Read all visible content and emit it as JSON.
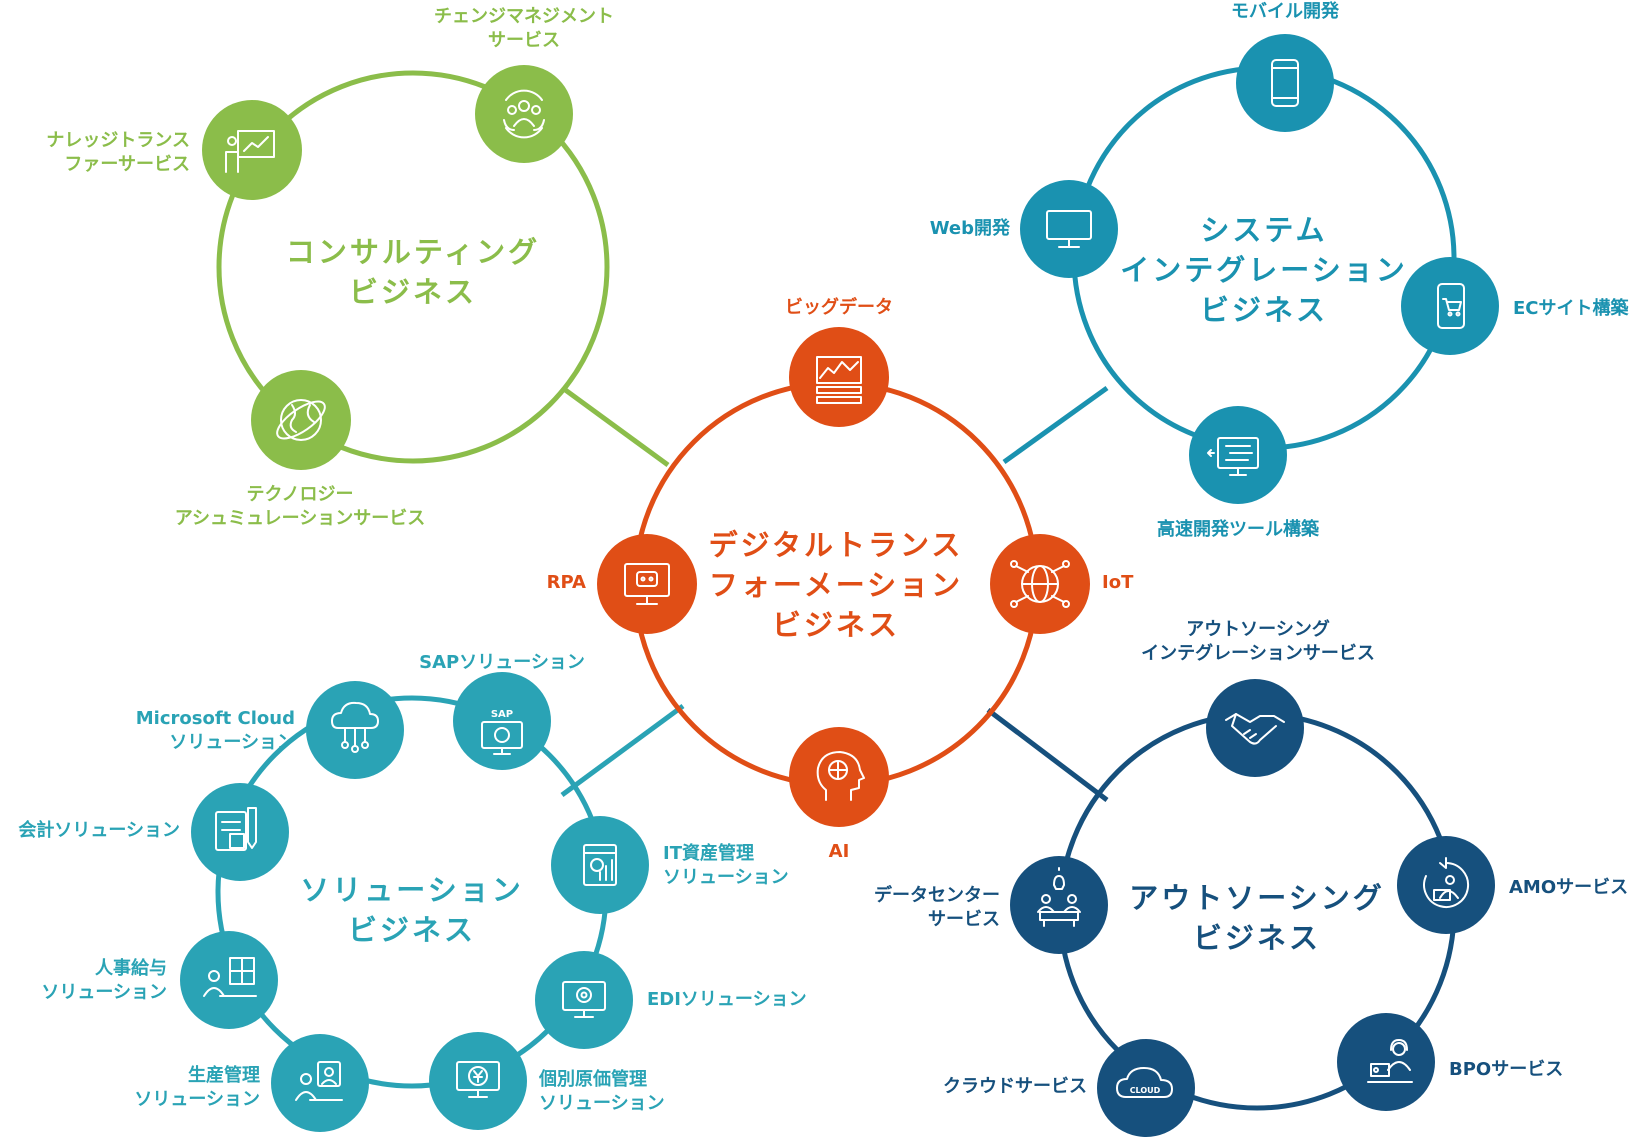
{
  "colors": {
    "consulting": "#8bbd4a",
    "system_integration": "#1a92b0",
    "digital_transformation": "#e04e16",
    "solution": "#2aa3b5",
    "outsourcing": "#16507d"
  },
  "consulting": {
    "title": [
      "コンサルティング",
      "ビジネス"
    ],
    "nodes": [
      {
        "icon": "presentation-chart-icon",
        "label": [
          "ナレッジトランス",
          "ファーサービス"
        ]
      },
      {
        "icon": "people-cycle-icon",
        "label": [
          "チェンジマネジメント",
          "サービス"
        ]
      },
      {
        "icon": "globe-orbit-icon",
        "label": [
          "テクノロジー",
          "アシュミュレーションサービス"
        ]
      }
    ]
  },
  "system_integration": {
    "title": [
      "システム",
      "インテグレーション",
      "ビジネス"
    ],
    "nodes": [
      {
        "icon": "smartphone-icon",
        "label": [
          "モバイル開発"
        ]
      },
      {
        "icon": "monitor-icon",
        "label": [
          "Web開発"
        ]
      },
      {
        "icon": "mobile-cart-icon",
        "label": [
          "ECサイト構築"
        ]
      },
      {
        "icon": "code-arrows-icon",
        "label": [
          "高速開発ツール構築"
        ]
      }
    ]
  },
  "digital_transformation": {
    "title": [
      "デジタルトランス",
      "フォーメーション",
      "ビジネス"
    ],
    "nodes": [
      {
        "icon": "chart-server-icon",
        "label": [
          "ビッグデータ"
        ]
      },
      {
        "icon": "robot-monitor-icon",
        "label": [
          "RPA"
        ]
      },
      {
        "icon": "network-globe-icon",
        "label": [
          "IoT"
        ]
      },
      {
        "icon": "brain-head-icon",
        "label": [
          "AI"
        ]
      }
    ]
  },
  "solution": {
    "title": [
      "ソリューション",
      "ビジネス"
    ],
    "nodes": [
      {
        "icon": "cloud-network-icon",
        "label": [
          "Microsoft Cloud",
          "ソリューション"
        ]
      },
      {
        "icon": "sap-monitor-icon",
        "icon_text": "SAP",
        "label": [
          "SAPソリューション"
        ]
      },
      {
        "icon": "calculator-icon",
        "label": [
          "会計ソリューション"
        ]
      },
      {
        "icon": "asset-chart-icon",
        "label": [
          "IT資産管理",
          "ソリューション"
        ]
      },
      {
        "icon": "person-calculator-icon",
        "label": [
          "人事給与",
          "ソリューション"
        ]
      },
      {
        "icon": "gear-monitor-icon",
        "label": [
          "EDIソリューション"
        ]
      },
      {
        "icon": "person-laptop-icon",
        "label": [
          "生産管理",
          "ソリューション"
        ]
      },
      {
        "icon": "yen-monitor-icon",
        "label": [
          "個別原価管理",
          "ソリューション"
        ]
      }
    ]
  },
  "outsourcing": {
    "title": [
      "アウトソーシング",
      "ビジネス"
    ],
    "nodes": [
      {
        "icon": "handshake-icon",
        "label": [
          "アウトソーシング",
          "インテグレーションサービス"
        ]
      },
      {
        "icon": "datacenter-meeting-icon",
        "label": [
          "データセンター",
          "サービス"
        ]
      },
      {
        "icon": "person-cycle-icon",
        "label": [
          "AMOサービス"
        ]
      },
      {
        "icon": "cloud-icon",
        "icon_text": "CLOUD",
        "label": [
          "クラウドサービス"
        ]
      },
      {
        "icon": "support-operator-icon",
        "label": [
          "BPOサービス"
        ]
      }
    ]
  }
}
